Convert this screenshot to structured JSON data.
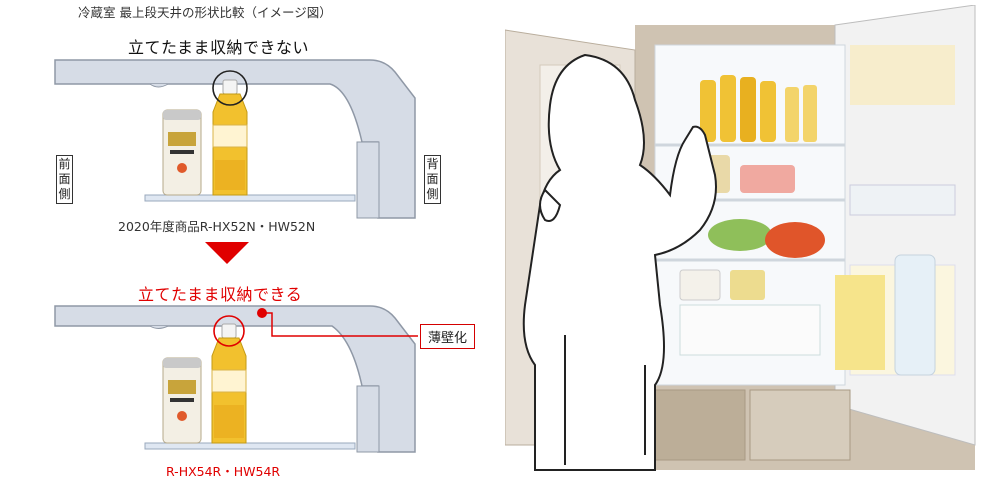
{
  "diagram": {
    "caption": "冷蔵室 最上段天井の形状比較（イメージ図）",
    "top_panel": {
      "heading": "立てたまま収納できない",
      "model": "2020年度商品R-HX52N・HW52N"
    },
    "bottom_panel": {
      "heading": "立てたまま収納できる",
      "model": "R-HX54R・HW54R",
      "callout": "薄壁化"
    },
    "side_labels": {
      "front": "前面側",
      "back": "背面側"
    },
    "colors": {
      "accent": "#e00000",
      "wall": "#d4dae4",
      "shelf": "#dfe7f2"
    }
  },
  "photo": {
    "subject": "woman reaching into open refrigerator illustration"
  }
}
